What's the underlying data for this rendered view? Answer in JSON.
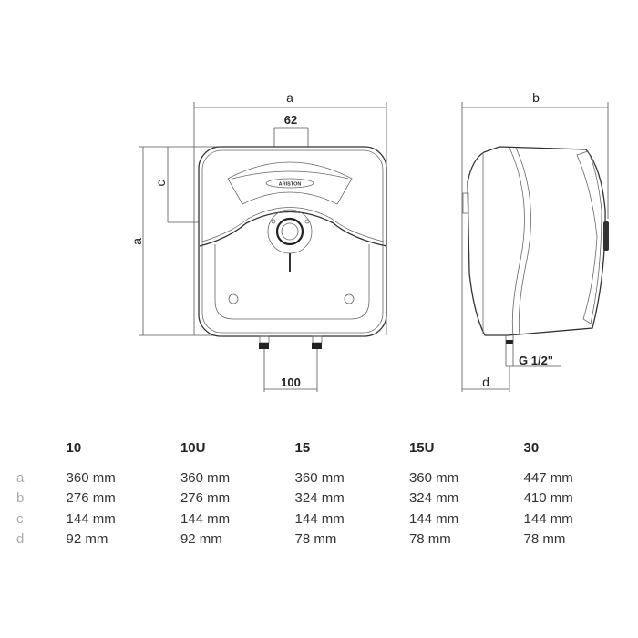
{
  "front_view": {
    "width_label": "a",
    "knob_spacing_label": "62",
    "height_label": "a",
    "knob_height_label": "c",
    "pipe_spacing_label": "100",
    "logo_text": "ARISTON"
  },
  "side_view": {
    "depth_label": "b",
    "pipe_offset_label": "d",
    "thread_label": "G 1/2\""
  },
  "table": {
    "models": [
      "10",
      "10U",
      "15",
      "15U",
      "30"
    ],
    "rows": [
      {
        "label": "a",
        "values": [
          "360 mm",
          "360 mm",
          "360 mm",
          "360 mm",
          "447 mm"
        ]
      },
      {
        "label": "b",
        "values": [
          "276 mm",
          "276 mm",
          "324 mm",
          "324 mm",
          "410 mm"
        ]
      },
      {
        "label": "c",
        "values": [
          "144 mm",
          "144 mm",
          "144 mm",
          "144 mm",
          "144 mm"
        ]
      },
      {
        "label": "d",
        "values": [
          "92 mm",
          "92 mm",
          "78 mm",
          "78 mm",
          "78 mm"
        ]
      }
    ]
  }
}
